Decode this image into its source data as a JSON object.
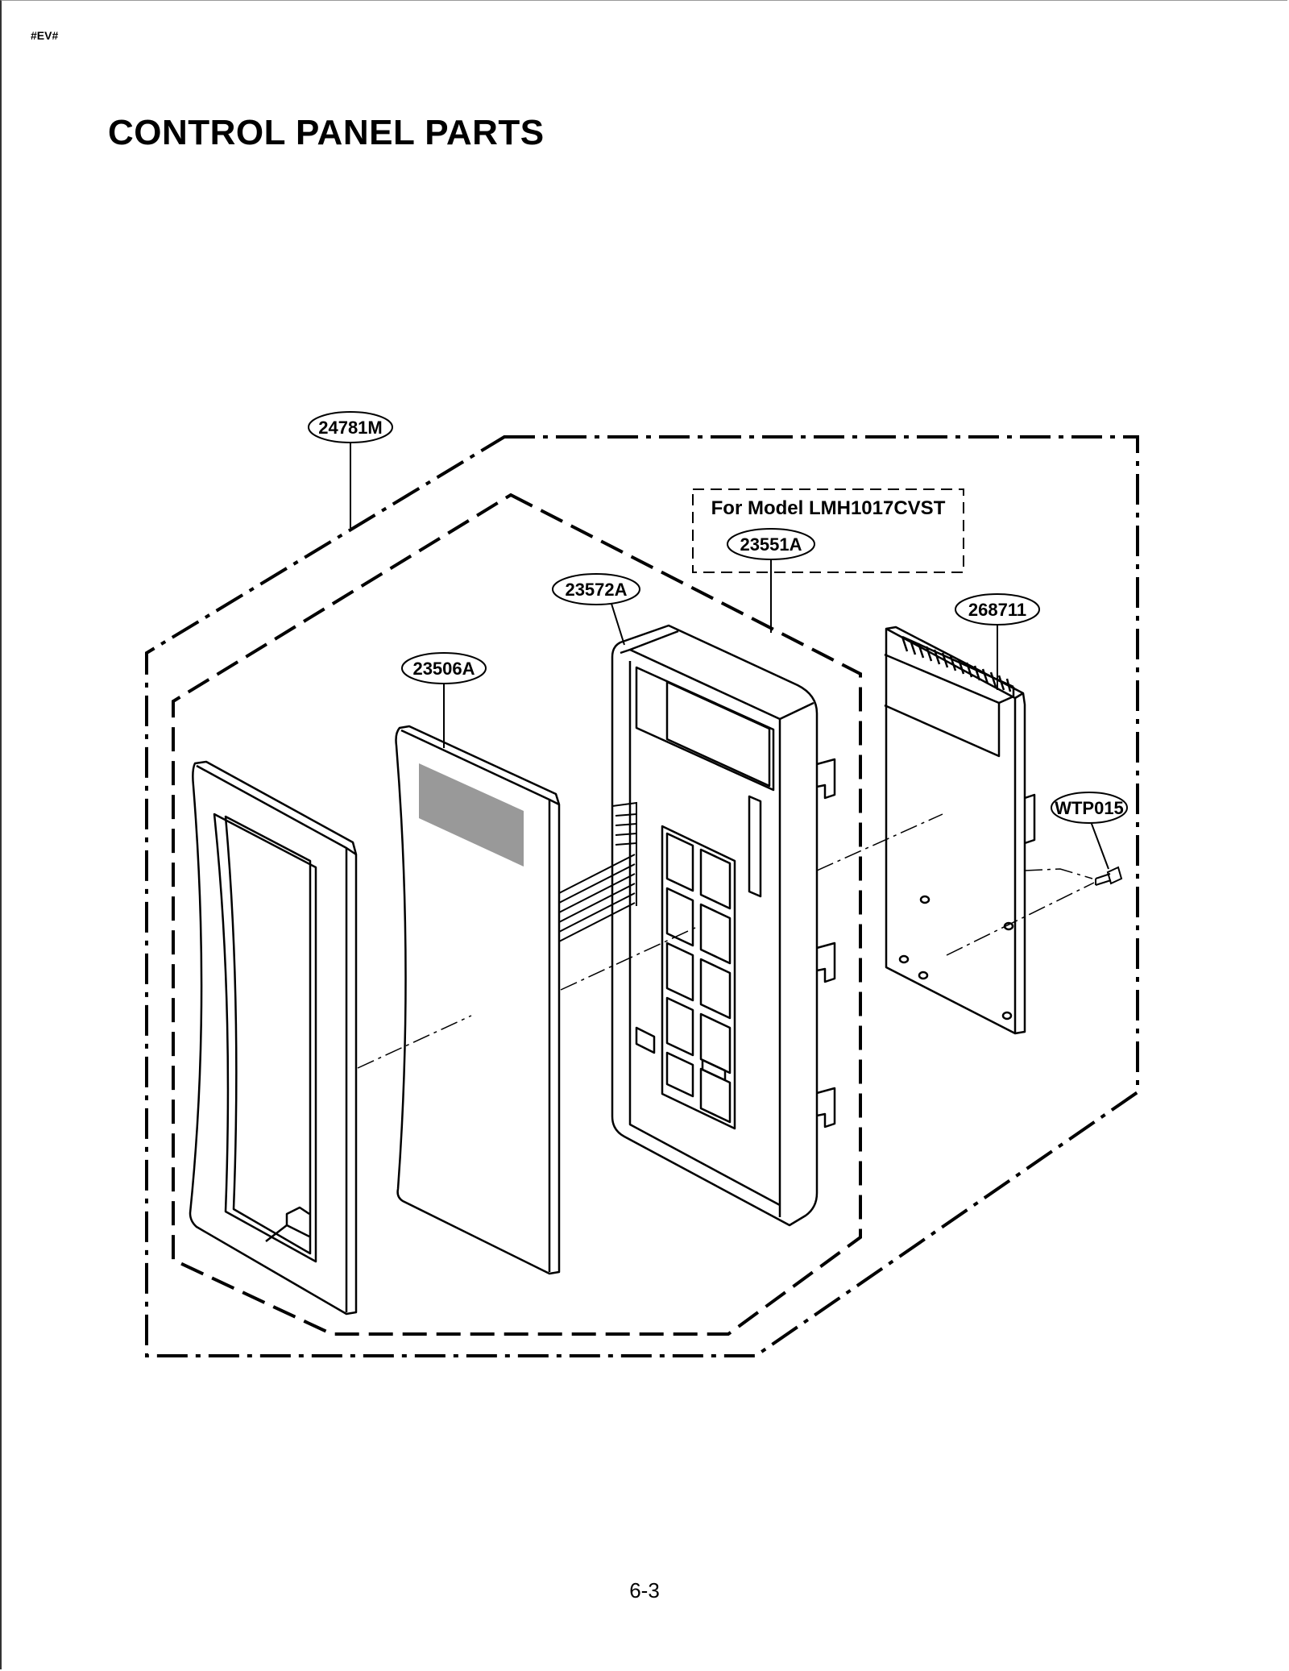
{
  "header": {
    "code": "#EV#"
  },
  "title": "CONTROL PANEL PARTS",
  "model_note": "For Model LMH1017CVST",
  "callouts": {
    "assembly": "24781M",
    "panel_frame": "23506A",
    "control_panel": "23572A",
    "membrane_switch": "23551A",
    "pcb_assembly": "268711",
    "screw": "WTP015"
  },
  "footer": {
    "page_number": "6-3"
  },
  "colors": {
    "line": "#000000",
    "window_fill": "#999999",
    "background": "#ffffff"
  }
}
